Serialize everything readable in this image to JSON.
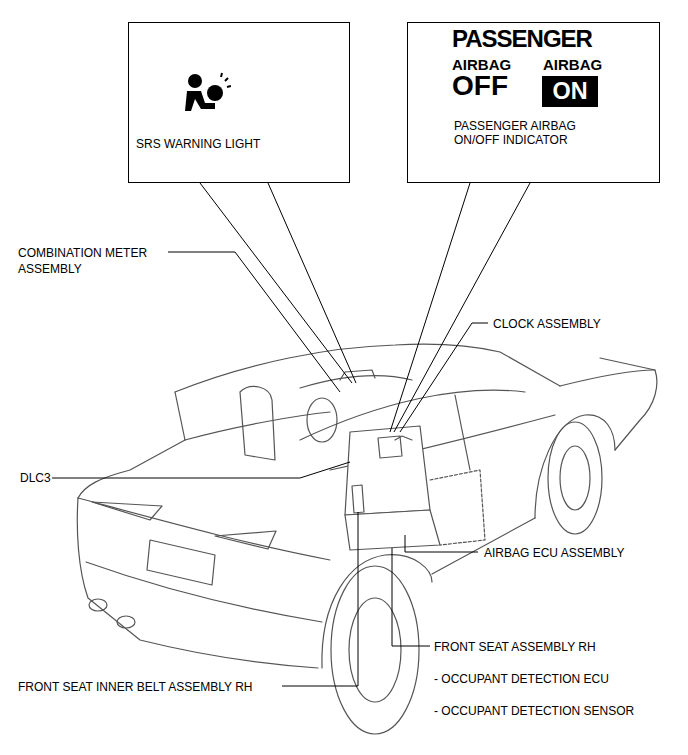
{
  "diagram": {
    "nodes": [
      {
        "text": [
          "SRS WARNING LIGHT"
        ]
      },
      {
        "text": [
          "PASSENGER",
          "AIRBAG",
          "OFF",
          "AIRBAG",
          "PASSENGER AIRBAG ON/OFF INDICATOR"
        ]
      },
      {
        "text": [
          "ON"
        ],
        "in": 1
      }
    ],
    "labels": [
      "COMBINATION METER ASSEMBLY",
      "CLOCK ASSEMBLY",
      "DLC3",
      "AIRBAG ECU ASSEMBLY",
      "FRONT SEAT ASSEMBLY RH",
      "- OCCUPANT DETECTION ECU",
      "FRONT SEAT INNER BELT ASSEMBLY RH",
      "- OCCUPANT DETECTION SENSOR"
    ]
  }
}
